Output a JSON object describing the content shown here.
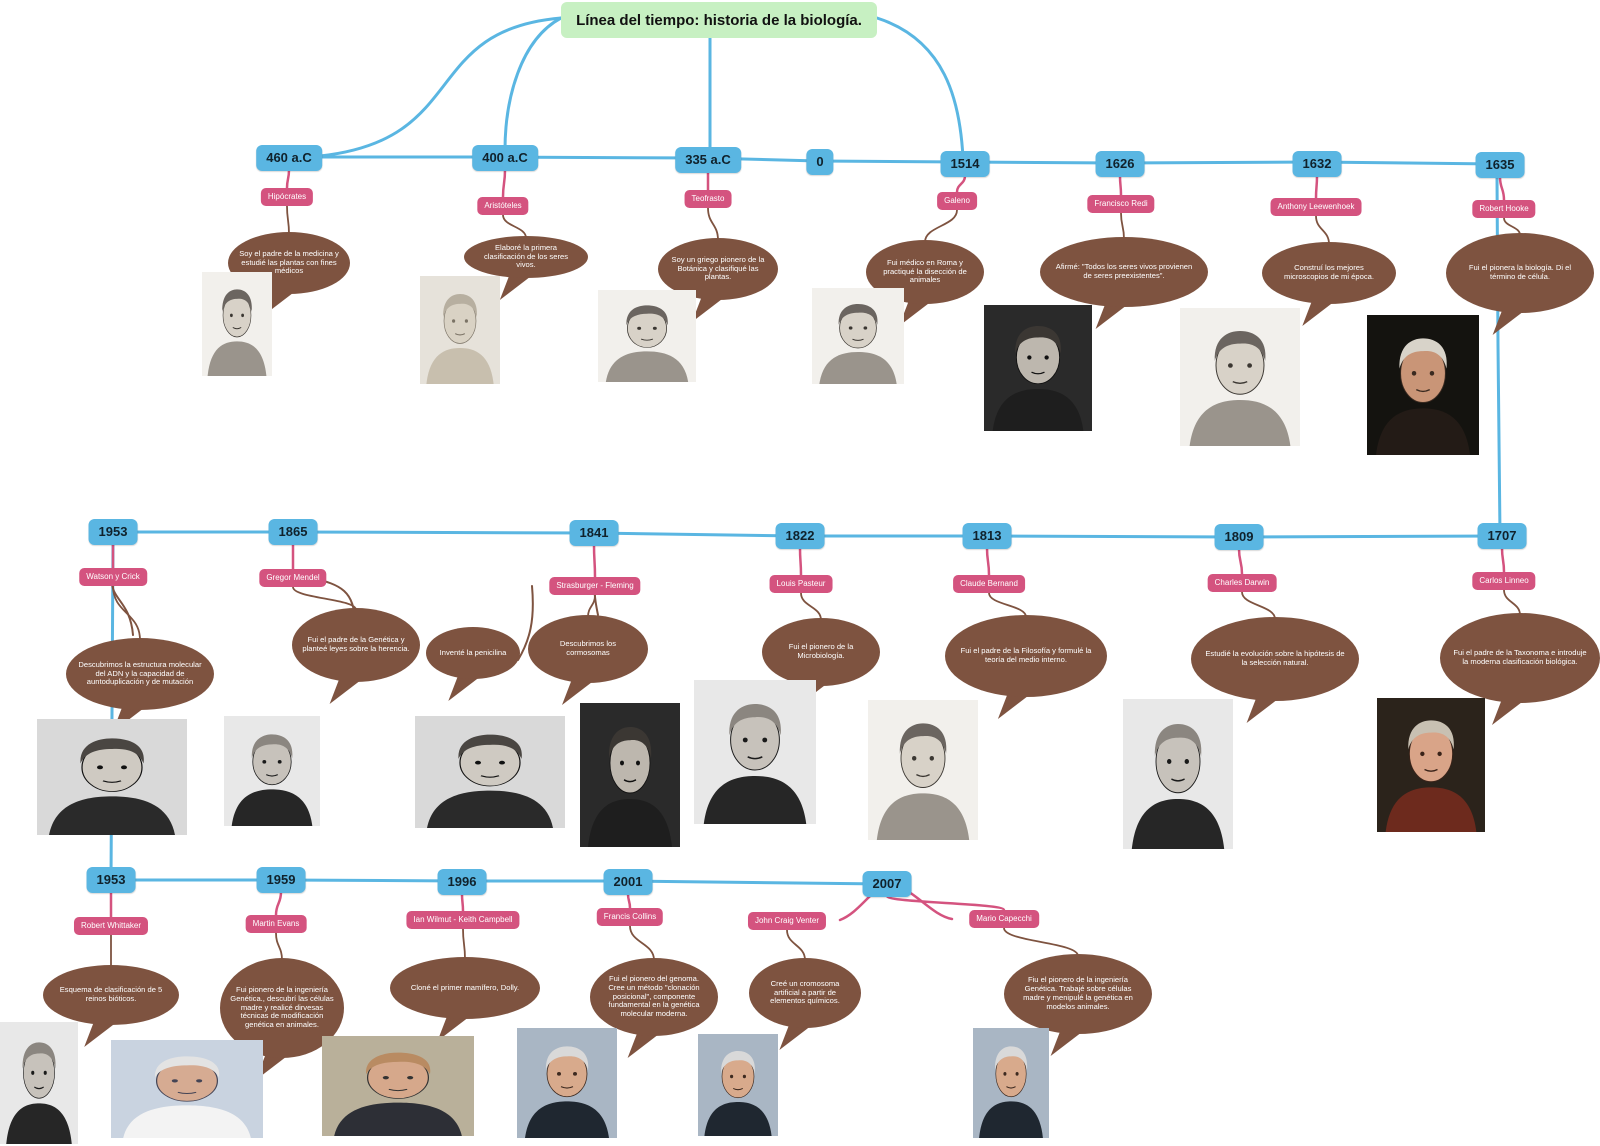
{
  "title": "Línea del tiempo: historia de la biología.",
  "years": {
    "y460ac": "460 a.C",
    "y400ac": "400 a.C",
    "y335ac": "335 a.C",
    "y0": "0",
    "y1514": "1514",
    "y1626": "1626",
    "y1632": "1632",
    "y1635": "1635",
    "y1707": "1707",
    "y1809": "1809",
    "y1813": "1813",
    "y1822": "1822",
    "y1841": "1841",
    "y1865": "1865",
    "y1953a": "1953",
    "y1953b": "1953",
    "y1959": "1959",
    "y1996": "1996",
    "y2001": "2001",
    "y2007": "2007"
  },
  "people": {
    "hipocrates": "Hipócrates",
    "aristoteles": "Aristóteles",
    "teofrasto": "Teofrasto",
    "galeno": "Galeno",
    "redi": "Francisco Redi",
    "leeuwenhoek": "Anthony Leewenhoek",
    "hooke": "Robert Hooke",
    "linneo": "Carlos Linneo",
    "darwin": "Charles Darwin",
    "bernard": "Claude Bernand",
    "pasteur": "Louis Pasteur",
    "strasburger": "Strasburger - Fleming",
    "mendel": "Gregor Mendel",
    "watson": "Watson y Crick",
    "whittaker": "Robert Whittaker",
    "evans": "Martin Evans",
    "wilmut": "Ian Wilmut - Keith Campbell",
    "collins": "Francis Collins",
    "venter": "John Craig Venter",
    "capecchi": "Mario Capecchi"
  },
  "notes": {
    "hipocrates": "Soy el padre de la medicina y estudié las plantas con fines médicos",
    "aristoteles": "Elaboré la primera clasificación de los seres vivos.",
    "teofrasto": "Soy un griego pionero de la Botánica y clasifiqué las plantas.",
    "galeno": "Fui médico en Roma y practiqué la disección de animales",
    "redi": "Afirmé: \"Todos los seres vivos provienen de seres preexistentes\".",
    "leeuwenhoek": "Construí los mejores microscopios de mi época.",
    "hooke": "Fui el pionera la biología. Di el término de célula.",
    "linneo": "Fui el padre de la Taxonoma e introduje la moderna clasificación biológica.",
    "darwin": "Estudié la evolución sobre la hipótesis de la selección natural.",
    "bernard": "Fui el padre de la Filosofía y formulé la teoría del medio interno.",
    "pasteur": "Fui el pionero de la Microbiología.",
    "fleming": "Inventé la penicilina",
    "strasburger": "Descubrimos los cormosomas",
    "mendel": "Fui el padre de la Genética y planteé leyes sobre la herencia.",
    "watson": "Descubrimos la estructura molecular del ADN y la capacidad de auntoduplicación y de mutación",
    "whittaker": "Esquema de clasificación de 5 reinos bióticos.",
    "evans": "Fui pionero de la ingeniería Genética., descubrí las células madre y realicé dirvesas técnicas de modificación genética en animales.",
    "wilmut": "Cloné el primer mamífero, Dolly.",
    "collins": "Fui el pionero del genoma. Cree un método \"clonación posicional\", componente fundamental en la genética molecular moderna.",
    "venter": "Creé un cromosoma artificial a partir de elementos químicos.",
    "capecchi": "Fiu el pionero de la ingeniería Genética. Trabajé sobre células madre y menipulé la genética en modelos animales."
  },
  "colors": {
    "line": "#5ab6e2",
    "year_box": "#5ab6e2",
    "name_box": "#d4537f",
    "bubble": "#7e5340",
    "title_box": "#c7f0c2",
    "connector_pink": "#d4537f",
    "connector_brown": "#7e5340"
  },
  "icons": {
    "portrait": "person-portrait-icon"
  }
}
